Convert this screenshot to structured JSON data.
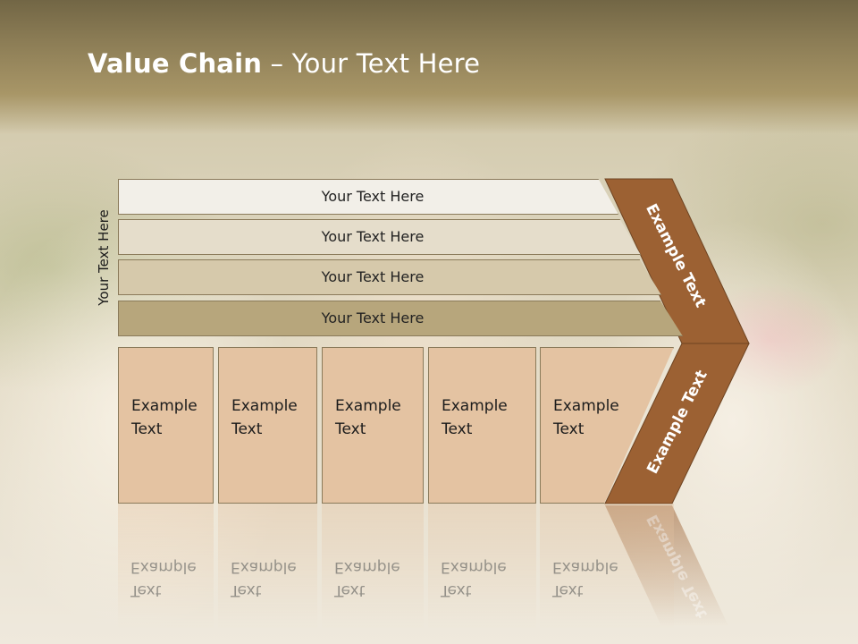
{
  "title": {
    "bold": "Value Chain",
    "rest": " – Your Text Here"
  },
  "side_label": "Your Text Here",
  "support_rows": [
    {
      "label": "Your Text Here",
      "color": "#f2efe8"
    },
    {
      "label": "Your Text Here",
      "color": "#e5ddcb"
    },
    {
      "label": "Your Text Here",
      "color": "#d6c9ab"
    },
    {
      "label": "Your Text Here",
      "color": "#b7a67c"
    }
  ],
  "primary_boxes": [
    {
      "line1": "Example",
      "line2": "Text"
    },
    {
      "line1": "Example",
      "line2": "Text"
    },
    {
      "line1": "Example",
      "line2": "Text"
    },
    {
      "line1": "Example",
      "line2": "Text"
    },
    {
      "line1": "Example",
      "line2": "Text"
    }
  ],
  "margin_labels": {
    "upper": "Example Text",
    "lower": "Example Text"
  },
  "colors": {
    "arrow": "#9c6133",
    "title_band": "#8b7c55",
    "primary_box": "#e4c3a2"
  }
}
